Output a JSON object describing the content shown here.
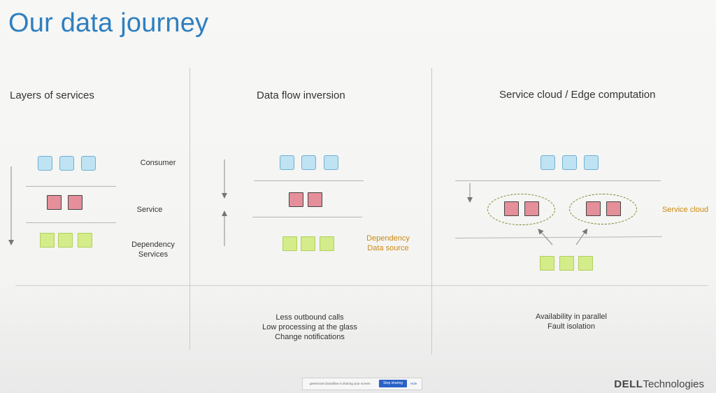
{
  "title": "Our data journey",
  "columns": [
    {
      "heading": "Layers of services",
      "labels": {
        "consumer": "Consumer",
        "service": "Service",
        "dependency": "Dependency\nServices"
      },
      "notes": ""
    },
    {
      "heading": "Data flow inversion",
      "labels": {
        "dependency": "Dependency\nData source"
      },
      "notes": "Less outbound calls\nLow processing at the glass\nChange notifications"
    },
    {
      "heading": "Service cloud / Edge computation",
      "labels": {
        "service_cloud": "Service cloud"
      },
      "notes": "Availability in parallel\nFault isolation"
    }
  ],
  "share_bar": {
    "text": "greenroom.brandlive is sharing your screen.",
    "stop_label": "Stop sharing",
    "hide_label": "Hide"
  },
  "logo": {
    "brand": "DELL",
    "suffix": "Technologies"
  },
  "colors": {
    "title": "#2f7fc0",
    "consumer_box": "#bfe3f2",
    "service_box": "#e48f9a",
    "dependency_box": "#d4ec8a",
    "highlight_text": "#c98a12"
  }
}
